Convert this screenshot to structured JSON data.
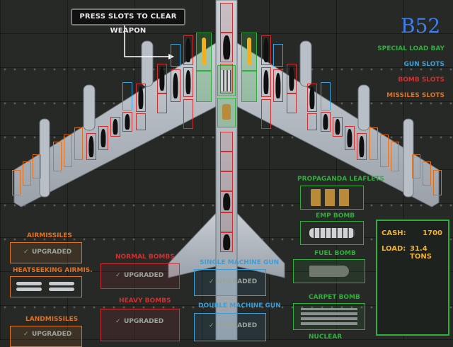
{
  "hint": "PRESS SLOTS TO CLEAR WEAPON",
  "plane_name": "B52",
  "legend": {
    "special": "SPECIAL LOAD BAY",
    "gun": "GUN SLOTS",
    "bomb": "BOMB SLOTS",
    "missiles": "MISSILES SLOTS"
  },
  "stats": {
    "cash_label": "CASH:",
    "cash_value": "1700",
    "load_label": "LOAD:",
    "load_value": "31.4 TONS"
  },
  "upgraded_label": "UPGRADED",
  "check": "✓",
  "missiles": {
    "air": "AIRMISSILES",
    "heatseeking": "HEATSEEKING AIRMIS.",
    "land": "LANDMISSILES"
  },
  "bombs": {
    "normal": "NORMAL BOMBS",
    "heavy": "HEAVY BOMBS"
  },
  "guns": {
    "single": "SINGLE MACHINE GUN",
    "double": "DOUBLE MACHINE GUN"
  },
  "special": {
    "leaflets": "PROPAGANDA LEAFLETS",
    "emp": "EMP BOMB",
    "fuel": "FUEL BOMB",
    "carpet": "CARPET BOMB",
    "partial": "NUCLEAR BOMB"
  },
  "colors": {
    "green": "#2fae3b",
    "blue": "#3a9fd8",
    "red": "#d0302f",
    "orange": "#e0701e",
    "title": "#3d7ef0"
  }
}
